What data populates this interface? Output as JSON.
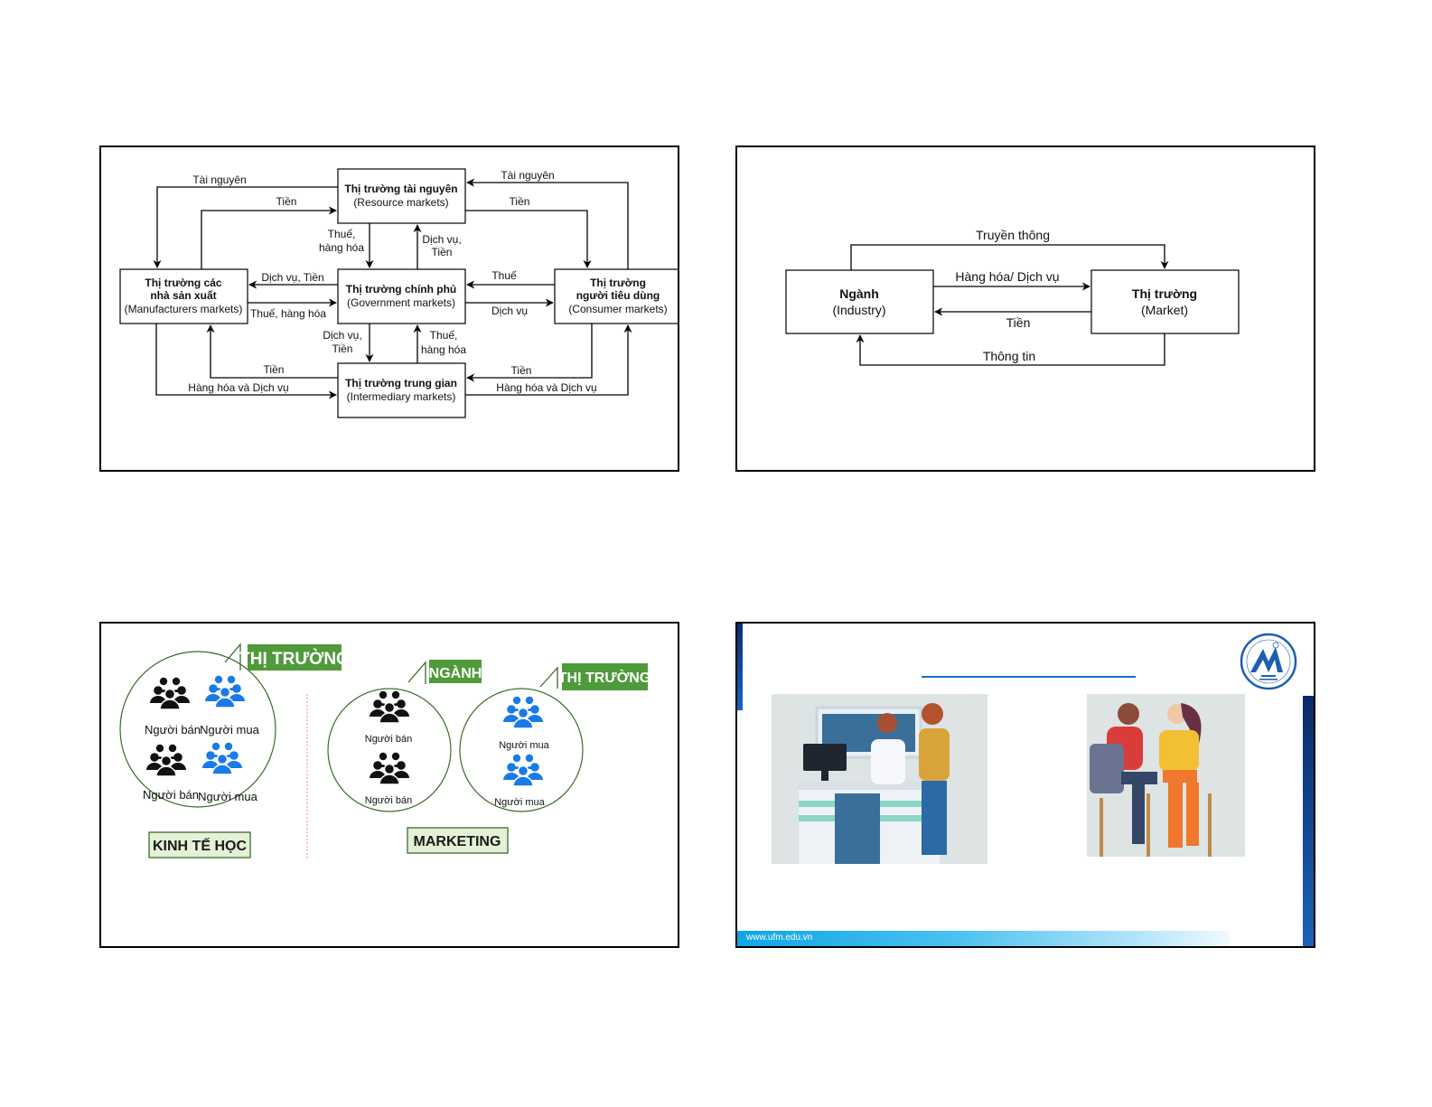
{
  "slide1": {
    "boxes": {
      "resource": {
        "title": "Thị trường tài nguyên",
        "subtitle": "(Resource markets)"
      },
      "manufacturers": {
        "title_line1": "Thị trường các",
        "title_line2": "nhà sản xuất",
        "subtitle": "(Manufacturers markets)"
      },
      "government": {
        "title": "Thị trường chính phủ",
        "subtitle": "(Government markets)"
      },
      "consumer": {
        "title_line1": "Thị trường",
        "title_line2": "người tiêu dùng",
        "subtitle": "(Consumer markets)"
      },
      "intermediary": {
        "title": "Thị trường trung gian",
        "subtitle": "(Intermediary markets)"
      }
    },
    "flows": {
      "res_to_man": "Tài nguyên",
      "man_to_res": "Tiền",
      "con_to_res": "Tài nguyên",
      "res_to_con": "Tiền",
      "res_to_gov_1": "Thuế,",
      "res_to_gov_2": "hàng hóa",
      "gov_to_res_1": "Dịch vụ,",
      "gov_to_res_2": "Tiền",
      "gov_to_man": "Dịch vụ, Tiền",
      "man_to_gov": "Thuế, hàng hóa",
      "con_to_gov": "Thuế",
      "gov_to_con": "Dịch vụ",
      "gov_to_int_1": "Dịch vụ,",
      "gov_to_int_2": "Tiền",
      "int_to_gov_1": "Thuế,",
      "int_to_gov_2": "hàng hóa",
      "int_to_man": "Tiền",
      "man_to_int": "Hàng hóa và Dịch vụ",
      "con_to_int": "Tiền",
      "int_to_con": "Hàng hóa và Dịch vụ"
    }
  },
  "slide2": {
    "industry": {
      "title": "Ngành",
      "subtitle": "(Industry)"
    },
    "market": {
      "title": "Thị trường",
      "subtitle": "(Market)"
    },
    "flows": {
      "communication": "Truyền thông",
      "goods_services": "Hàng hóa/ Dịch vụ",
      "money": "Tiền",
      "information": "Thông tin"
    }
  },
  "slide3": {
    "economics": {
      "tag": "THỊ TRƯỜNG",
      "groups": [
        "Người bán",
        "Người mua",
        "Người bán",
        "Người mua"
      ],
      "label": "KINH TẾ HỌC"
    },
    "marketing": {
      "industry_tag": "NGÀNH",
      "market_tag": "THỊ TRƯỜNG",
      "industry_groups": [
        "Người bán",
        "Người bán"
      ],
      "market_groups": [
        "Người mua",
        "Người mua"
      ],
      "label": "MARKETING"
    },
    "colors": {
      "seller": "#111111",
      "buyer": "#1a7ae8",
      "tag_bg": "#4f9a3b",
      "label_bg": "#e4f1d6",
      "circle": "#3c6b2c"
    }
  },
  "slide4": {
    "footer_url": "www.ufm.edu.vn",
    "logo": "university-of-finance-marketing-logo",
    "images": [
      "pharmacy-counter-illustration",
      "two-people-conversation-illustration"
    ]
  }
}
